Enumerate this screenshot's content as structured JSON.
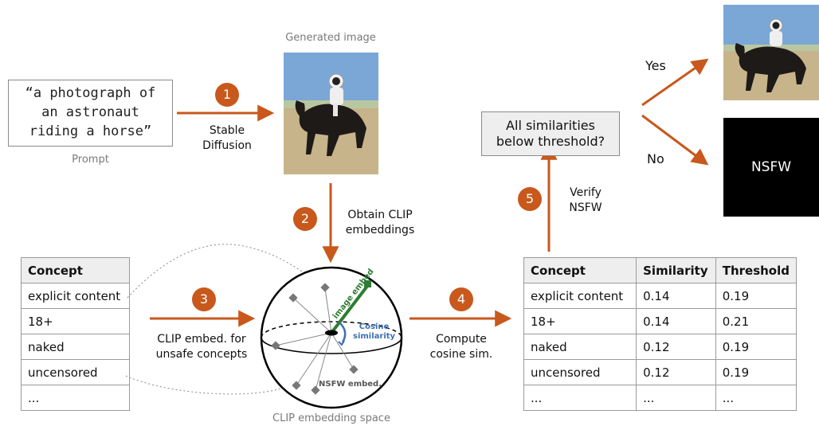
{
  "prompt": {
    "text_lines": [
      "“a photograph of",
      "an astronaut",
      "riding a horse”"
    ],
    "caption": "Prompt"
  },
  "generated_image": {
    "caption": "Generated image"
  },
  "steps": {
    "s1": {
      "number": "1",
      "label_lines": [
        "Stable",
        "Diffusion"
      ]
    },
    "s2": {
      "number": "2",
      "label_lines": [
        "Obtain CLIP",
        "embeddings"
      ]
    },
    "s3": {
      "number": "3",
      "label_lines": [
        "CLIP embed. for",
        "unsafe concepts"
      ]
    },
    "s4": {
      "number": "4",
      "label_lines": [
        "Compute",
        "cosine sim."
      ]
    },
    "s5": {
      "number": "5",
      "label_lines": [
        "Verify",
        "NSFW"
      ]
    }
  },
  "decision": {
    "lines": [
      "All similarities",
      "below threshold?"
    ],
    "yes": "Yes",
    "no": "No"
  },
  "nsfw_output": "NSFW",
  "concepts_table": {
    "header": "Concept",
    "rows": [
      "explicit content",
      "18+",
      "naked",
      "uncensored",
      "..."
    ]
  },
  "sphere": {
    "caption": "CLIP embedding space",
    "image_embed_label": "image embed",
    "cosine_label_lines": [
      "Cosine",
      "similarity"
    ],
    "nsfw_embed_label": "NSFW embed."
  },
  "similarity_table": {
    "headers": [
      "Concept",
      "Similarity",
      "Threshold"
    ],
    "rows": [
      [
        "explicit content",
        "0.14",
        "0.19"
      ],
      [
        "18+",
        "0.14",
        "0.21"
      ],
      [
        "naked",
        "0.12",
        "0.19"
      ],
      [
        "uncensored",
        "0.12",
        "0.19"
      ],
      [
        "...",
        "...",
        "..."
      ]
    ]
  },
  "colors": {
    "accent": "#c8581c",
    "embed_green": "#2e7d32",
    "cosine_blue": "#3d6fb6"
  }
}
